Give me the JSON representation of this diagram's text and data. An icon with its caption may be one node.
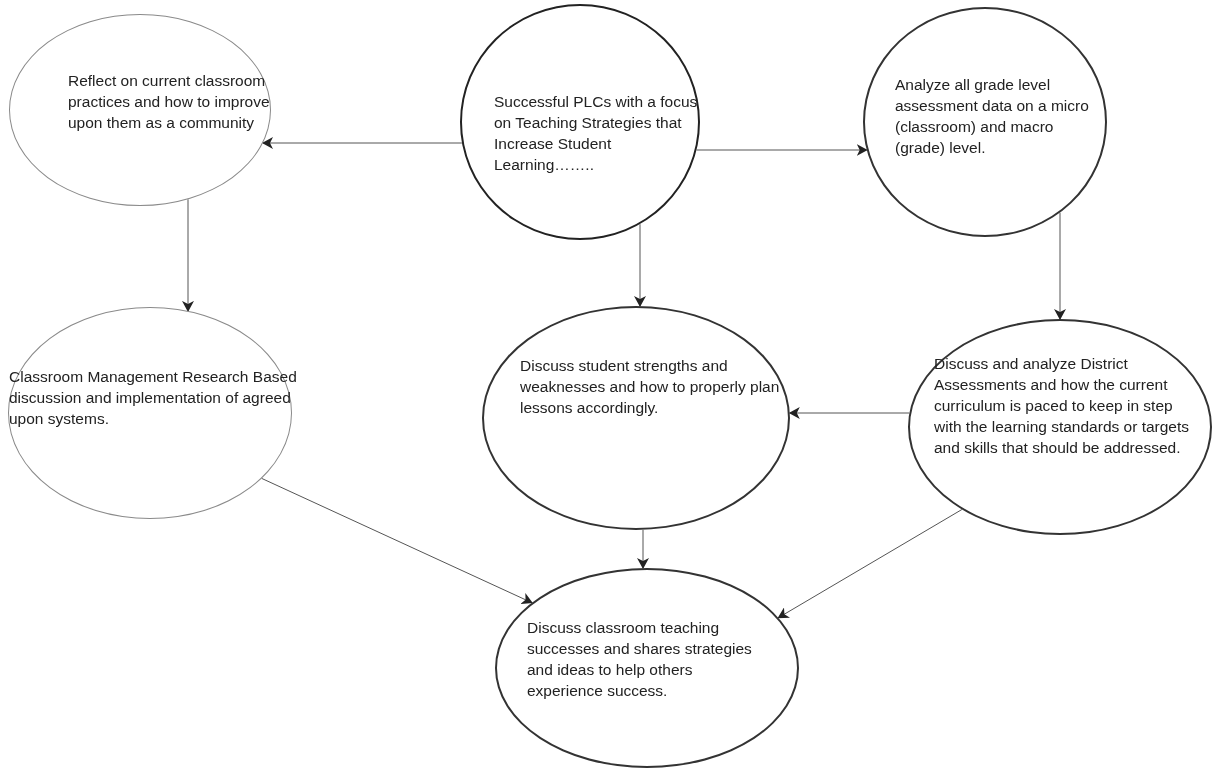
{
  "diagram": {
    "nodes": [
      {
        "text": [
          "Reflect on current classroom practices and how to improve upon them as a community"
        ]
      },
      {
        "text": [
          "Successful PLCs with a focus on Teaching Strategies that Increase Student Learning…….."
        ]
      },
      {
        "text": [
          "Analyze all grade level assessment data on a micro (classroom) and macro (grade) level."
        ]
      },
      {
        "text": [
          "Classroom Management Research Based discussion and implementation of agreed upon systems."
        ]
      },
      {
        "text": [
          "Discuss student strengths and weaknesses and how to properly plan lessons accordingly."
        ]
      },
      {
        "text": [
          "Discuss and analyze District Assessments and how the current curriculum is paced to keep in step with the learning standards or targets and skills that should be addressed."
        ]
      },
      {
        "text": [
          "Discuss classroom teaching successes and shares strategies and ideas to help others experience success."
        ]
      }
    ],
    "edges": [
      {
        "from": 1,
        "to": 0,
        "arrow": "to"
      },
      {
        "from": 1,
        "to": 2,
        "arrow": "to"
      },
      {
        "from": 0,
        "to": 3,
        "arrow": "to"
      },
      {
        "from": 1,
        "to": 4,
        "arrow": "to"
      },
      {
        "from": 2,
        "to": 5,
        "arrow": "to"
      },
      {
        "from": 5,
        "to": 4,
        "arrow": "to"
      },
      {
        "from": 3,
        "to": 6,
        "arrow": "to"
      },
      {
        "from": 4,
        "to": 6,
        "arrow": "to"
      },
      {
        "from": 5,
        "to": 6,
        "arrow": "to"
      }
    ]
  }
}
